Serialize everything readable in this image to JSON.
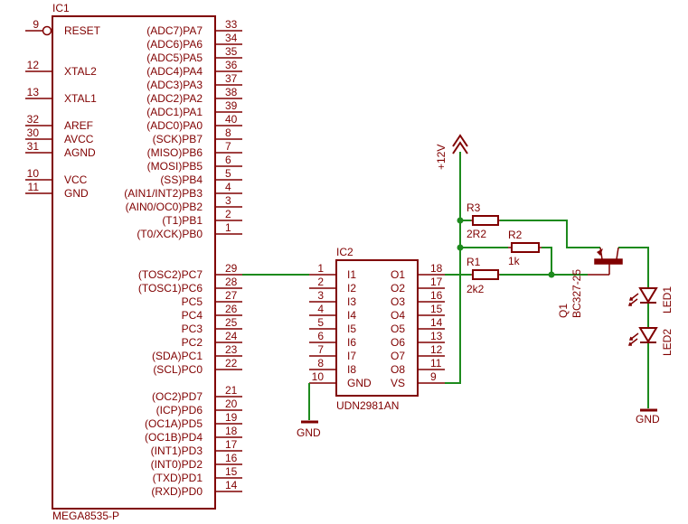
{
  "ic1": {
    "name": "IC1",
    "value": "MEGA8535-P",
    "left_pins": [
      {
        "num": "9",
        "label": "RESET"
      },
      {
        "num": "12",
        "label": "XTAL2"
      },
      {
        "num": "13",
        "label": "XTAL1"
      },
      {
        "num": "32",
        "label": "AREF"
      },
      {
        "num": "30",
        "label": "AVCC"
      },
      {
        "num": "31",
        "label": "AGND"
      },
      {
        "num": "10",
        "label": "VCC"
      },
      {
        "num": "11",
        "label": "GND"
      }
    ],
    "right_pins": [
      {
        "num": "33",
        "label": "(ADC7)PA7"
      },
      {
        "num": "34",
        "label": "(ADC6)PA6"
      },
      {
        "num": "35",
        "label": "(ADC5)PA5"
      },
      {
        "num": "36",
        "label": "(ADC4)PA4"
      },
      {
        "num": "37",
        "label": "(ADC3)PA3"
      },
      {
        "num": "38",
        "label": "(ADC2)PA2"
      },
      {
        "num": "39",
        "label": "(ADC1)PA1"
      },
      {
        "num": "40",
        "label": "(ADC0)PA0"
      },
      {
        "num": "8",
        "label": "(SCK)PB7"
      },
      {
        "num": "7",
        "label": "(MISO)PB6"
      },
      {
        "num": "6",
        "label": "(MOSI)PB5"
      },
      {
        "num": "5",
        "label": "(SS)PB4"
      },
      {
        "num": "4",
        "label": "(AIN1/INT2)PB3"
      },
      {
        "num": "3",
        "label": "(AIN0/OC0)PB2"
      },
      {
        "num": "2",
        "label": "(T1)PB1"
      },
      {
        "num": "1",
        "label": "(T0/XCK)PB0"
      },
      {
        "num": "29",
        "label": "(TOSC2)PC7"
      },
      {
        "num": "28",
        "label": "(TOSC1)PC6"
      },
      {
        "num": "27",
        "label": "PC5"
      },
      {
        "num": "26",
        "label": "PC4"
      },
      {
        "num": "25",
        "label": "PC3"
      },
      {
        "num": "24",
        "label": "PC2"
      },
      {
        "num": "23",
        "label": "(SDA)PC1"
      },
      {
        "num": "22",
        "label": "(SCL)PC0"
      },
      {
        "num": "21",
        "label": "(OC2)PD7"
      },
      {
        "num": "20",
        "label": "(ICP)PD6"
      },
      {
        "num": "19",
        "label": "(OC1A)PD5"
      },
      {
        "num": "18",
        "label": "(OC1B)PD4"
      },
      {
        "num": "17",
        "label": "(INT1)PD3"
      },
      {
        "num": "16",
        "label": "(INT0)PD2"
      },
      {
        "num": "15",
        "label": "(TXD)PD1"
      },
      {
        "num": "14",
        "label": "(RXD)PD0"
      }
    ]
  },
  "ic2": {
    "name": "IC2",
    "value": "UDN2981AN",
    "left_pins": [
      {
        "num": "1",
        "label": "I1"
      },
      {
        "num": "2",
        "label": "I2"
      },
      {
        "num": "3",
        "label": "I3"
      },
      {
        "num": "4",
        "label": "I4"
      },
      {
        "num": "5",
        "label": "I5"
      },
      {
        "num": "6",
        "label": "I6"
      },
      {
        "num": "7",
        "label": "I7"
      },
      {
        "num": "8",
        "label": "I8"
      },
      {
        "num": "10",
        "label": "GND"
      }
    ],
    "right_pins": [
      {
        "num": "18",
        "label": "O1"
      },
      {
        "num": "17",
        "label": "O2"
      },
      {
        "num": "16",
        "label": "O3"
      },
      {
        "num": "15",
        "label": "O4"
      },
      {
        "num": "14",
        "label": "O5"
      },
      {
        "num": "13",
        "label": "O6"
      },
      {
        "num": "12",
        "label": "O7"
      },
      {
        "num": "11",
        "label": "O8"
      },
      {
        "num": "9",
        "label": "VS"
      }
    ]
  },
  "r3": {
    "name": "R3",
    "value": "2R2"
  },
  "r2": {
    "name": "R2",
    "value": "1k"
  },
  "r1": {
    "name": "R1",
    "value": "2k2"
  },
  "q1": {
    "name": "Q1",
    "value": "BC327-25"
  },
  "led1": {
    "name": "LED1"
  },
  "led2": {
    "name": "LED2"
  },
  "supply": {
    "label": "+12V"
  },
  "gnd": {
    "ic2": "GND",
    "led": "GND"
  }
}
